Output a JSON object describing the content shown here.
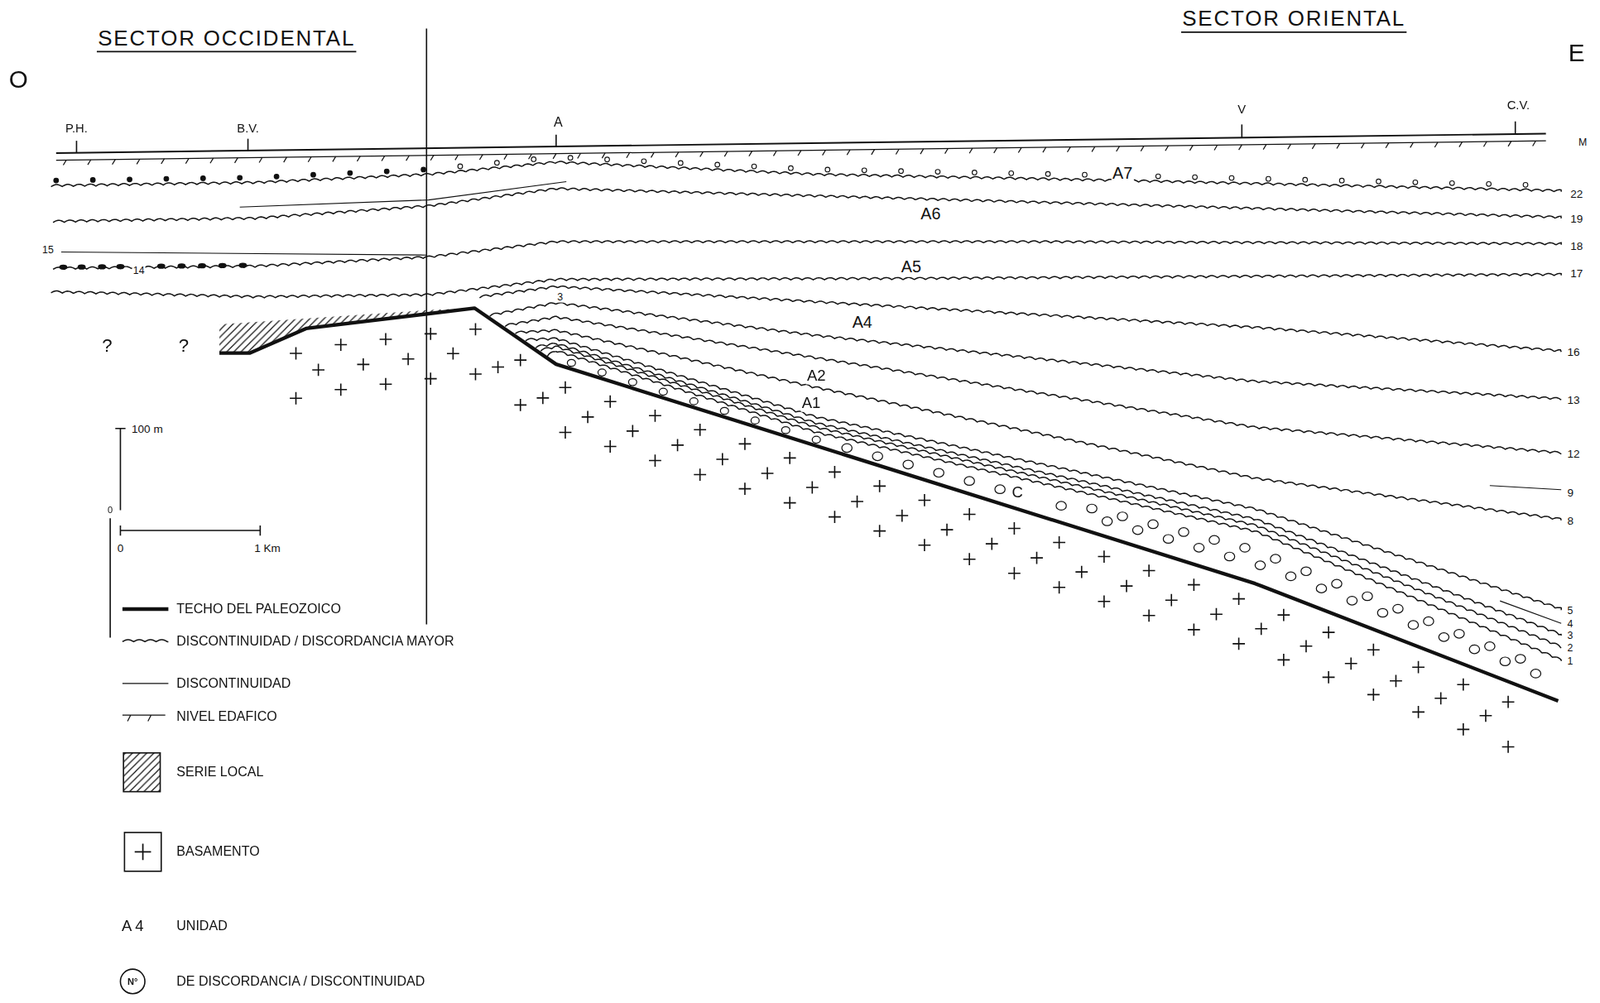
{
  "diagram": {
    "labels": [
      "SECTOR OCCIDENTAL",
      "SECTOR ORIENTAL",
      "O",
      "E",
      "P.H.",
      "B.V.",
      "A",
      "V",
      "C.V.",
      "M",
      "A7",
      "22",
      "A6",
      "19",
      "18",
      "A5",
      "17",
      "15",
      "14",
      "3",
      "A4",
      "16",
      "13",
      "A2",
      "A1",
      "12",
      "9",
      "8",
      "C",
      "5",
      "4",
      "3",
      "2",
      "1",
      "?",
      "?",
      "100 m",
      "0",
      "0",
      "1 Km",
      "A 4",
      "N°"
    ],
    "legend": [
      {
        "text": "TECHO DEL PALEOZOICO"
      },
      {
        "text": "DISCONTINUIDAD / DISCORDANCIA MAYOR"
      },
      {
        "text": "DISCONTINUIDAD"
      },
      {
        "text": "NIVEL EDAFICO"
      },
      {
        "text": "SERIE LOCAL"
      },
      {
        "text": "BASAMENTO"
      },
      {
        "text": "UNIDAD"
      },
      {
        "text": "DE DISCORDANCIA / DISCONTINUIDAD"
      }
    ]
  }
}
